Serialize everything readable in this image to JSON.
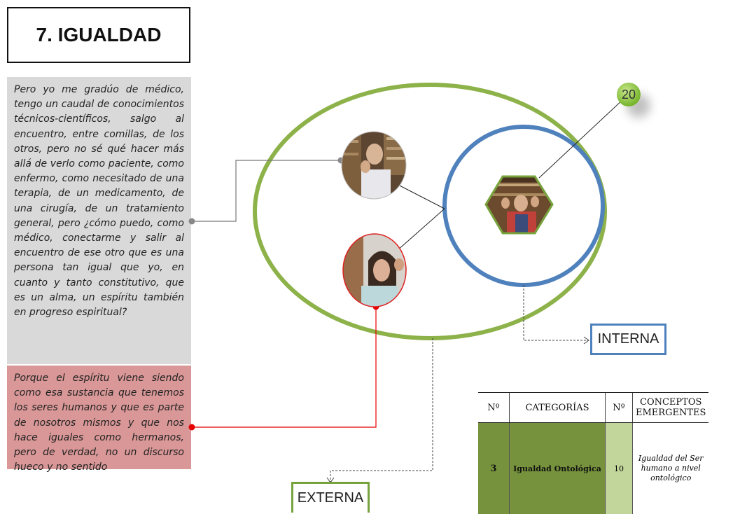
{
  "title": "7. IGUALDAD",
  "quote_gray": "Pero yo me gradúo de médico, tengo un caudal de conocimientos técnicos-científicos, salgo al encuentro, entre comillas, de los otros, pero no sé qué hacer más allá de verlo como paciente, como enfermo, como necesitado de una terapia, de un medicamento, de una cirugía, de un tratamiento general, pero ¿cómo puedo, como médico, conectarme y salir al encuentro de ese otro que es una persona tan igual que yo, en cuanto y tanto constitutivo, que es un alma, un espíritu también en progreso espiritual?",
  "quote_red": "Porque el espíritu viene siendo como esa sustancia que tenemos los seres humanos y que es parte de nosotros mismos y que nos hace iguales como hermanos, pero de verdad, no un discurso hueco y no sentido",
  "badge_number": "20",
  "label_interna": "INTERNA",
  "label_externa": "EXTERNA",
  "colors": {
    "outer_ellipse": "#8db24a",
    "inner_circle": "#4f81bd",
    "gray_box": "#d9d9d9",
    "red_box": "#d99797",
    "red_connector": "#e60000",
    "table_dark": "#76923c",
    "table_light": "#c2d69b"
  },
  "table": {
    "headers": [
      "Nº",
      "CATEGORÍAS",
      "Nº",
      "CONCEPTOS EMERGENTES"
    ],
    "row": {
      "num": "3",
      "category": "Igualdad Ontológica",
      "count": "10",
      "concept": "Igualdad del Ser humano a nivel ontológico"
    }
  }
}
